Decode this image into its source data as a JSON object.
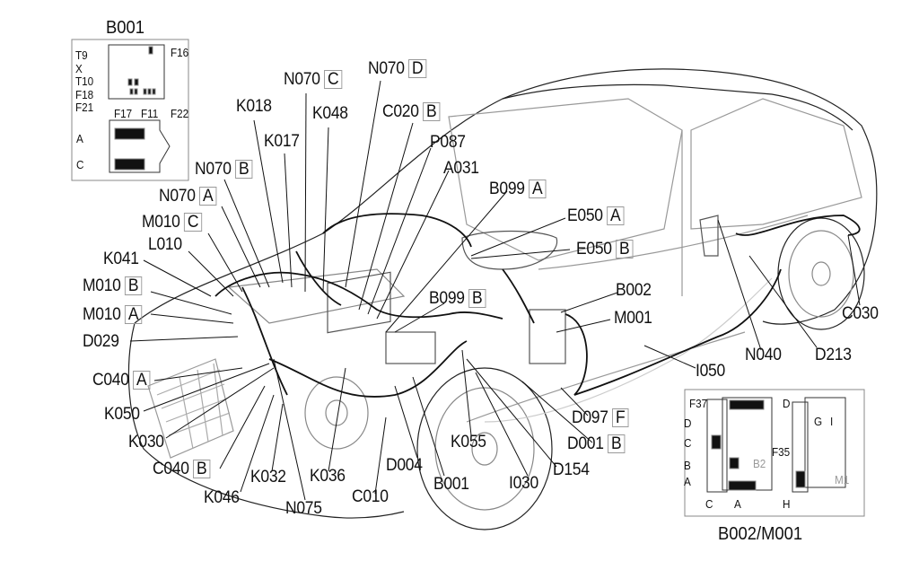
{
  "inset_b001": {
    "title": "B001",
    "labels": {
      "t9": "T9",
      "x": "X",
      "t10": "T10",
      "f18": "F18",
      "f21": "F21",
      "f17": "F17",
      "f11": "F11",
      "f22": "F22",
      "f16": "F16",
      "a": "A",
      "c": "C"
    }
  },
  "inset_b002": {
    "title": "B002/M001",
    "labels": {
      "f37": "F37",
      "d_top": "D",
      "d_left": "D",
      "c_left": "C",
      "b": "B",
      "a_left": "A",
      "c_bottom": "C",
      "a_bottom": "A",
      "f35": "F35",
      "b2": "B2",
      "h": "H",
      "g": "G",
      "i": "I",
      "m1": "M1"
    }
  },
  "callouts": {
    "n070c": {
      "code": "N070",
      "sub": "C"
    },
    "n070d": {
      "code": "N070",
      "sub": "D"
    },
    "k018": {
      "code": "K018"
    },
    "k048": {
      "code": "K048"
    },
    "c020b": {
      "code": "C020",
      "sub": "B"
    },
    "k017": {
      "code": "K017"
    },
    "p087": {
      "code": "P087"
    },
    "n070b": {
      "code": "N070",
      "sub": "B"
    },
    "a031": {
      "code": "A031"
    },
    "b099a": {
      "code": "B099",
      "sub": "A"
    },
    "n070a": {
      "code": "N070",
      "sub": "A"
    },
    "m010c": {
      "code": "M010",
      "sub": "C"
    },
    "e050a": {
      "code": "E050",
      "sub": "A"
    },
    "l010": {
      "code": "L010"
    },
    "e050b": {
      "code": "E050",
      "sub": "B"
    },
    "k041": {
      "code": "K041"
    },
    "m010b": {
      "code": "M010",
      "sub": "B"
    },
    "b099b": {
      "code": "B099",
      "sub": "B"
    },
    "b002": {
      "code": "B002"
    },
    "m010a": {
      "code": "M010",
      "sub": "A"
    },
    "m001": {
      "code": "M001"
    },
    "d029": {
      "code": "D029"
    },
    "c030": {
      "code": "C030"
    },
    "n040": {
      "code": "N040"
    },
    "d213": {
      "code": "D213"
    },
    "i050": {
      "code": "I050"
    },
    "c040a": {
      "code": "C040",
      "sub": "A"
    },
    "k050": {
      "code": "K050"
    },
    "d097f": {
      "code": "D097",
      "sub": "F"
    },
    "k030": {
      "code": "K030"
    },
    "d001b": {
      "code": "D001",
      "sub": "B"
    },
    "k055": {
      "code": "K055"
    },
    "c040b": {
      "code": "C040",
      "sub": "B"
    },
    "d004": {
      "code": "D004"
    },
    "d154": {
      "code": "D154"
    },
    "k032": {
      "code": "K032"
    },
    "k036": {
      "code": "K036"
    },
    "b001": {
      "code": "B001"
    },
    "i030": {
      "code": "I030"
    },
    "k046": {
      "code": "K046"
    },
    "c010": {
      "code": "C010"
    },
    "n075": {
      "code": "N075"
    }
  }
}
